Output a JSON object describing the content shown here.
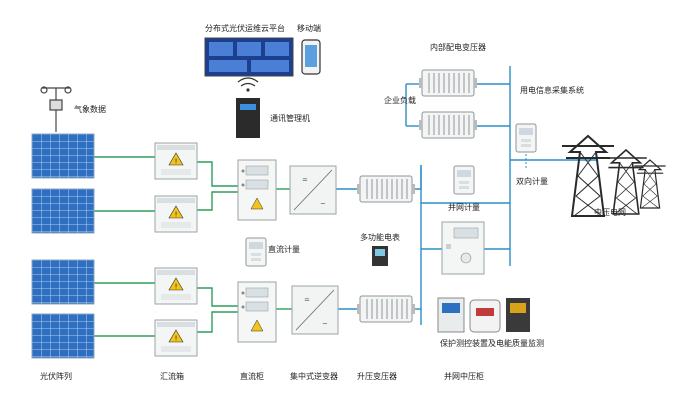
{
  "labels": {
    "platform": "分布式光伏运维云平台",
    "mobile": "移动端",
    "weather": "气象数据",
    "comm_manager": "通讯管理机",
    "internal_transformer": "内部配电变压器",
    "enterprise_load": "企业负载",
    "power_collection": "用电信息采集系统",
    "bidirectional_meter": "双向计量",
    "grid_meter": "并网计量",
    "mv_grid": "中压电网",
    "dc_meter": "直流计量",
    "multifunction_meter": "多功能电表",
    "protection": "保护测控装置及电能质量监测",
    "pv_array": "光伏阵列",
    "combiner_box": "汇流箱",
    "dc_cabinet": "直流柜",
    "inverter": "集中式逆变器",
    "step_up_transformer": "升压变压器",
    "grid_mv_cabinet": "并网中压柜"
  },
  "colors": {
    "dc_line": "#2e9e5b",
    "ac_line": "#2a8fc6",
    "panel": "#2d6fc0",
    "panel_line": "#cfe2f6"
  }
}
